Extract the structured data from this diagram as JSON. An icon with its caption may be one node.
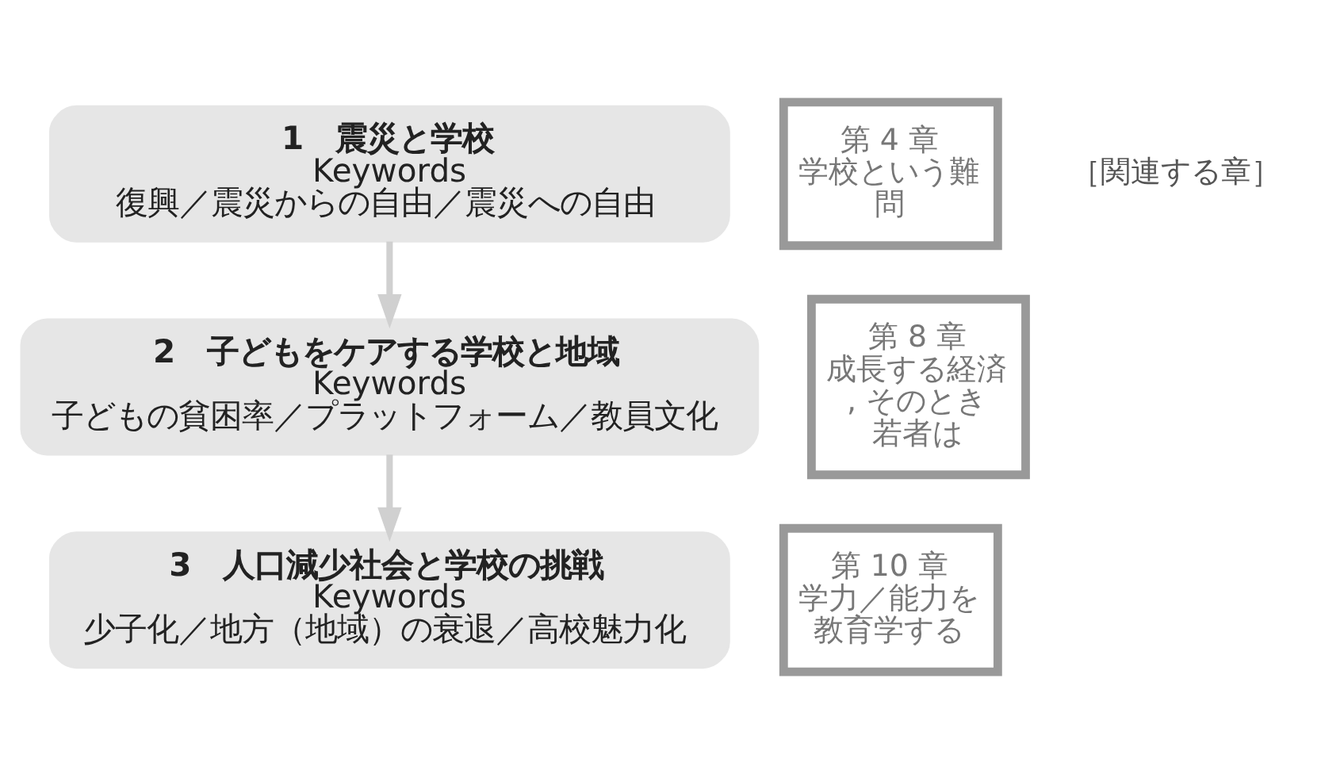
{
  "diagram": {
    "nodes": [
      {
        "text": [
          "1　震災と学校",
          "Keywords",
          "復興／震災からの自由／震災への自由"
        ]
      },
      {
        "text": [
          "2　子どもをケアする学校と地域",
          "Keywords",
          "子どもの貧困率／プラットフォーム／教員文化"
        ]
      },
      {
        "text": [
          "3　人口減少社会と学校の挑戦",
          "Keywords",
          "少子化／地方（地域）の衰退／高校魅力化"
        ]
      },
      {
        "text": [
          "第 8 章",
          "成長する経済, そのとき若者は"
        ]
      },
      {
        "text": [
          "第 4 章",
          "学校という難問"
        ]
      },
      {
        "text": [
          "第 10 章",
          "学力／能力を教育学する"
        ]
      }
    ],
    "edges": [
      {
        "from": 0,
        "to": 1,
        "arrow": "to"
      },
      {
        "from": 1,
        "to": 2,
        "arrow": "to"
      }
    ],
    "labels": [
      "［関連する章］"
    ]
  }
}
